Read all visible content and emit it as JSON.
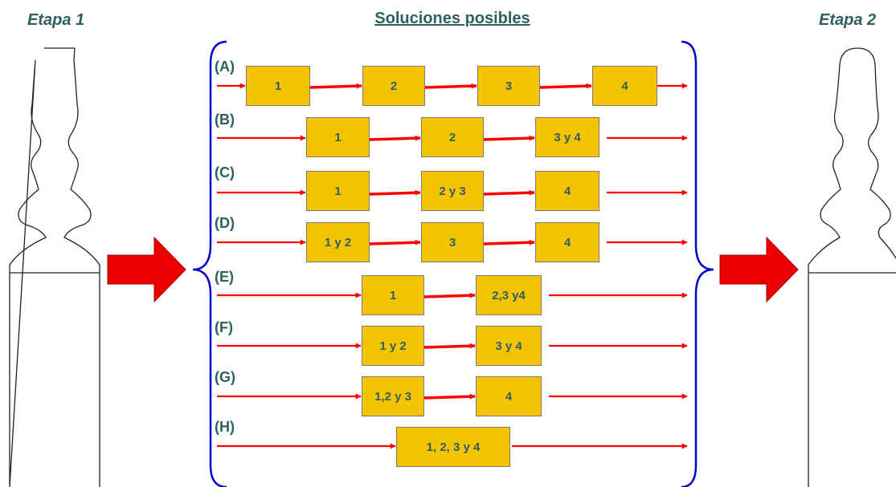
{
  "stage1": "Etapa 1",
  "stage2": "Etapa 2",
  "solutions_title": "Soluciones posibles",
  "rows": [
    {
      "label": "(A)",
      "boxes": [
        "1",
        "2",
        "3",
        "4"
      ]
    },
    {
      "label": "(B)",
      "boxes": [
        "1",
        "2",
        "3 y 4"
      ]
    },
    {
      "label": "(C)",
      "boxes": [
        "1",
        "2 y 3",
        "4"
      ]
    },
    {
      "label": "(D)",
      "boxes": [
        "1 y 2",
        "3",
        "4"
      ]
    },
    {
      "label": "(E)",
      "boxes": [
        "1",
        "2,3 y4"
      ]
    },
    {
      "label": "(F)",
      "boxes": [
        "1 y 2",
        "3 y 4"
      ]
    },
    {
      "label": "(G)",
      "boxes": [
        "1,2 y 3",
        "4"
      ]
    },
    {
      "label": "(H)",
      "boxes": [
        "1, 2, 3 y 4"
      ]
    }
  ],
  "colors": {
    "box_fill": "#f5c400",
    "arrow": "#ff0000",
    "brace": "#0000cc",
    "text": "#2f5f5f"
  }
}
